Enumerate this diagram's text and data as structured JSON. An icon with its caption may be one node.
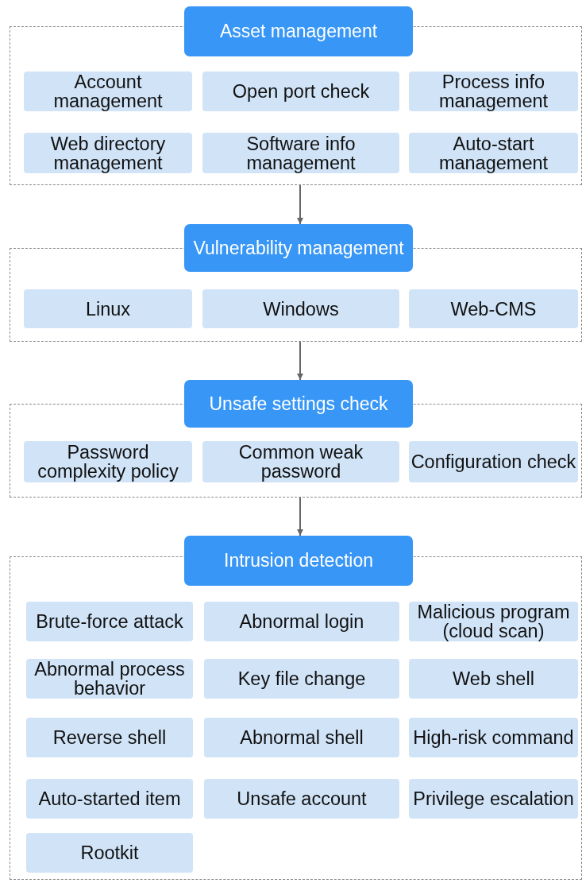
{
  "diagram": {
    "nodes": [
      {
        "text": [
          "Asset management"
        ]
      },
      {
        "text": [
          "Account management"
        ],
        "in": 0
      },
      {
        "text": [
          "Open port check"
        ],
        "in": 0
      },
      {
        "text": [
          "Process info management"
        ],
        "in": 0
      },
      {
        "text": [
          "Web directory management"
        ],
        "in": 0
      },
      {
        "text": [
          "Software info management"
        ],
        "in": 0
      },
      {
        "text": [
          "Auto-start management"
        ],
        "in": 0
      },
      {
        "text": [
          "Vulnerability management"
        ]
      },
      {
        "text": [
          "Linux"
        ],
        "in": 7
      },
      {
        "text": [
          "Windows"
        ],
        "in": 7
      },
      {
        "text": [
          "Web-CMS"
        ],
        "in": 7
      },
      {
        "text": [
          "Unsafe settings check"
        ]
      },
      {
        "text": [
          "Password complexity policy"
        ],
        "in": 11
      },
      {
        "text": [
          "Common weak password"
        ],
        "in": 11
      },
      {
        "text": [
          "Configuration check"
        ],
        "in": 11
      },
      {
        "text": [
          "Intrusion detection"
        ]
      },
      {
        "text": [
          "Brute-force attack"
        ],
        "in": 15
      },
      {
        "text": [
          "Abnormal login"
        ],
        "in": 15
      },
      {
        "text": [
          "Malicious program (cloud scan)"
        ],
        "in": 15
      },
      {
        "text": [
          "Abnormal process behavior"
        ],
        "in": 15
      },
      {
        "text": [
          "Key file change"
        ],
        "in": 15
      },
      {
        "text": [
          "Web shell"
        ],
        "in": 15
      },
      {
        "text": [
          "Reverse shell"
        ],
        "in": 15
      },
      {
        "text": [
          "Abnormal shell"
        ],
        "in": 15
      },
      {
        "text": [
          "High-risk command"
        ],
        "in": 15
      },
      {
        "text": [
          "Auto-started item"
        ],
        "in": 15
      },
      {
        "text": [
          "Unsafe account"
        ],
        "in": 15
      },
      {
        "text": [
          "Privilege escalation"
        ],
        "in": 15
      },
      {
        "text": [
          "Rootkit"
        ],
        "in": 15
      }
    ],
    "edges": [
      {
        "from": 0,
        "to": 7,
        "arrow": "to"
      },
      {
        "from": 7,
        "to": 11,
        "arrow": "to"
      },
      {
        "from": 11,
        "to": 15,
        "arrow": "to"
      }
    ]
  }
}
